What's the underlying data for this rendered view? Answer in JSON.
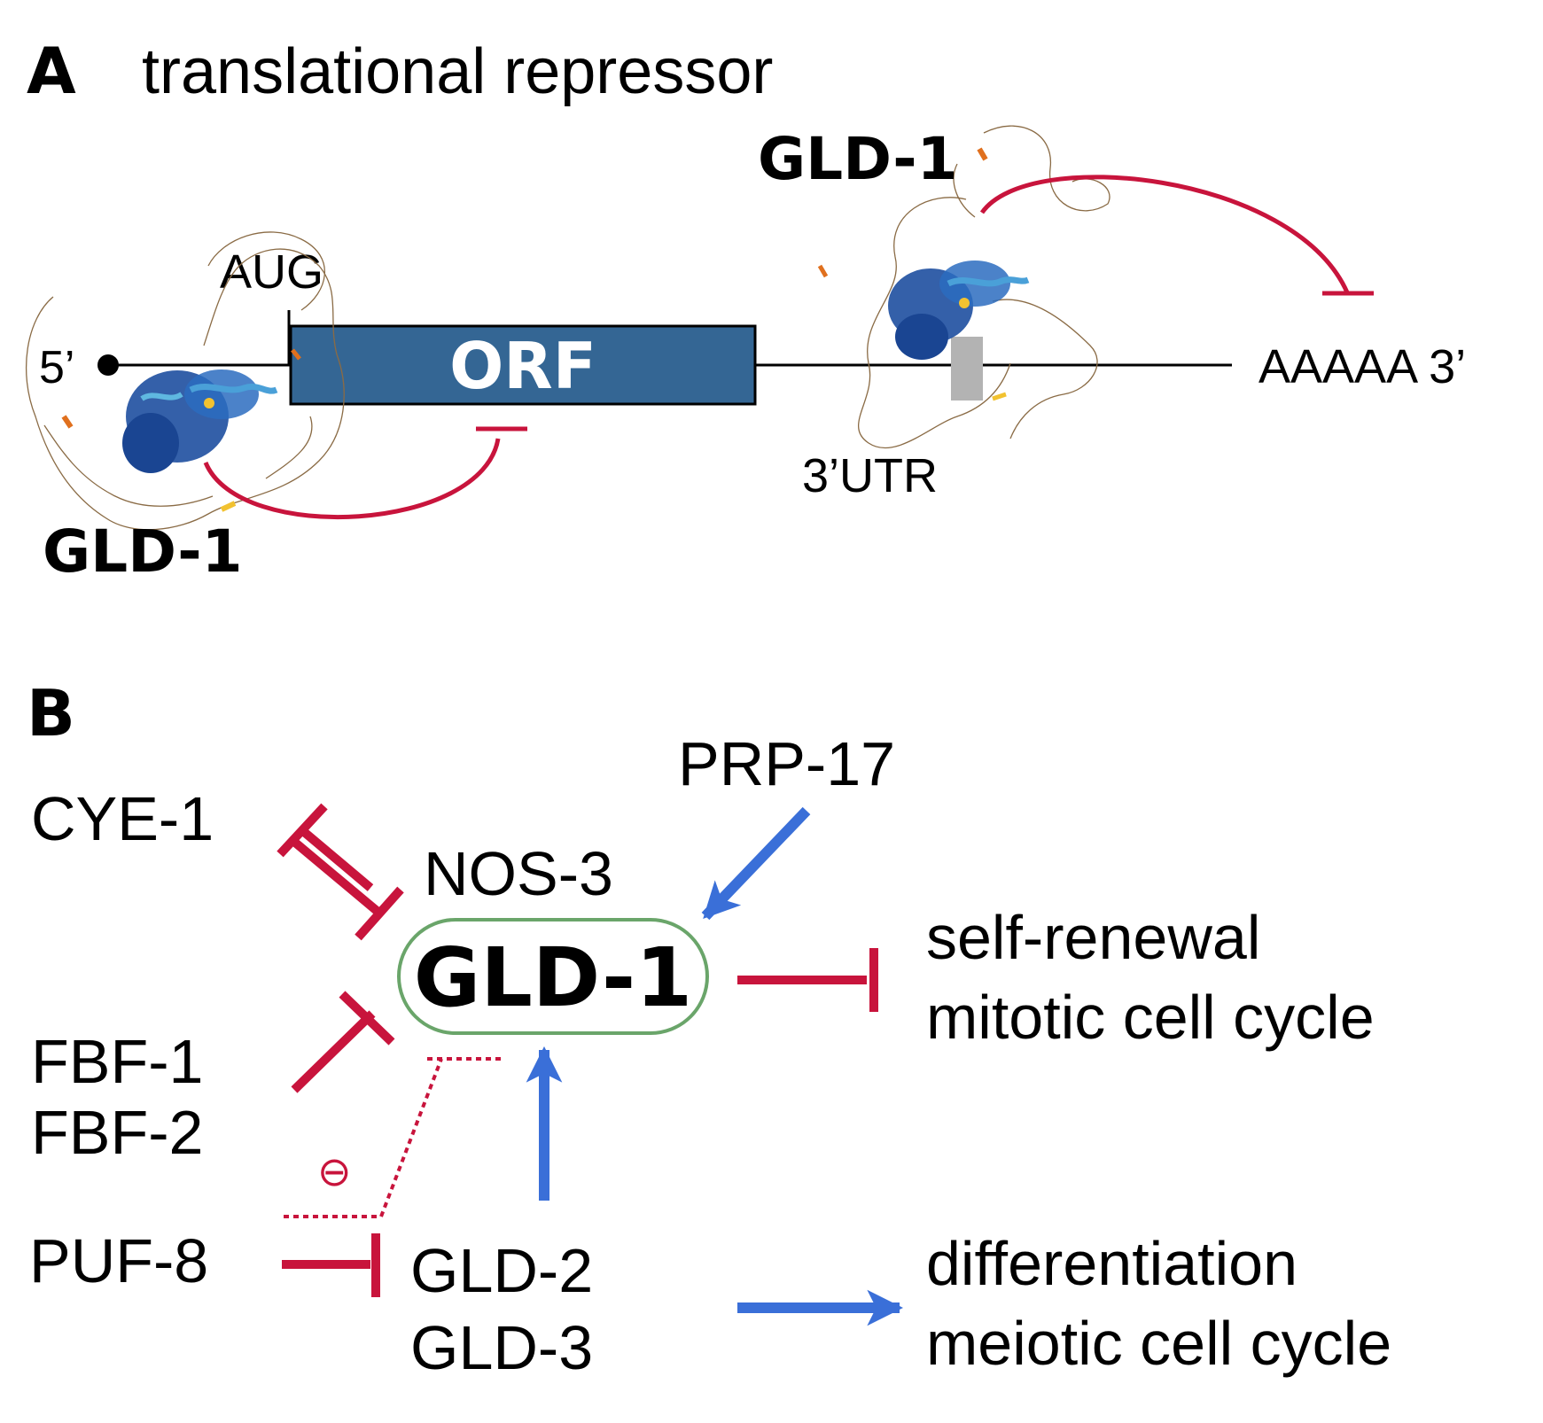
{
  "panel_a": {
    "label": "A",
    "title": "translational repressor",
    "protein_top": "GLD-1",
    "protein_bottom": "GLD-1",
    "five_prime": "5’",
    "start_codon": "AUG",
    "orf": "ORF",
    "utr": "3’UTR",
    "poly_a": "AAAAA 3’"
  },
  "panel_b": {
    "label": "B",
    "center": "GLD-1",
    "above_center": "NOS-3",
    "prp17": "PRP-17",
    "cye1": "CYE-1",
    "fbf1": "FBF-1",
    "fbf2": "FBF-2",
    "puf8": "PUF-8",
    "gld2": "GLD-2",
    "gld3": "GLD-3",
    "minus": "⊖",
    "outcome_top_1": "self-renewal",
    "outcome_top_2": "mitotic cell cycle",
    "outcome_bottom_1": "differentiation",
    "outcome_bottom_2": "meiotic cell cycle"
  },
  "colors": {
    "inhibit": "#c8143c",
    "activate": "#3a6fd8",
    "orf_fill": "#346694",
    "gld1_outline": "#6aa56a",
    "utr_element": "#b3b3b3"
  }
}
